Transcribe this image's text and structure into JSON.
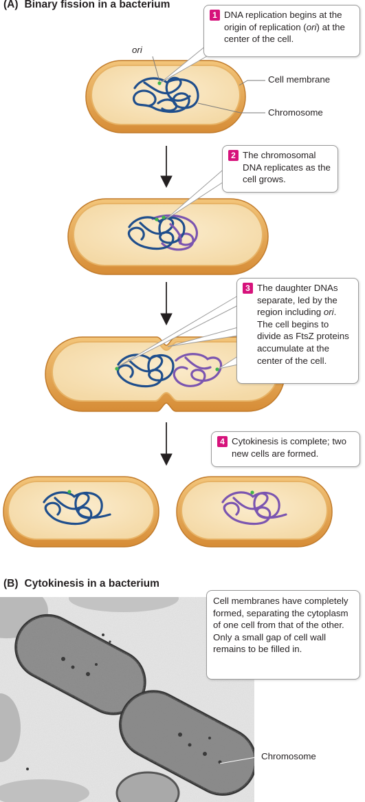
{
  "panel_a": {
    "letter": "(A)",
    "title": "Binary fission in a bacterium",
    "steps": [
      {
        "num": "1",
        "pre": "DNA replication begins at the origin of replication (",
        "ital": "ori",
        "post": ") at the center of the cell."
      },
      {
        "num": "2",
        "pre": "The chromosomal DNA replicates as the cell grows.",
        "ital": "",
        "post": ""
      },
      {
        "num": "3",
        "pre": "The daughter DNAs separate, led by the region including ",
        "ital": "ori",
        "post": ". The cell begins to divide as FtsZ proteins accumulate at the center of the cell."
      },
      {
        "num": "4",
        "pre": "Cytokinesis is complete; two new cells are formed.",
        "ital": "",
        "post": ""
      }
    ],
    "labels": {
      "ori": "ori",
      "membrane": "Cell membrane",
      "chromosome": "Chromosome"
    }
  },
  "panel_b": {
    "letter": "(B)",
    "title": "Cytokinesis in a bacterium",
    "callout": "Cell membranes have completely formed, separating the cytoplasm of one cell from that of the other. Only a small gap of cell wall remains to be filled in.",
    "chromosome_label": "Chromosome"
  },
  "colors": {
    "step_badge": "#d6127b",
    "cytoplasm": "#f7e2b8",
    "cell_wall": "#e2a24e",
    "dna_original": "#1f4e8c",
    "dna_new": "#7b55b0",
    "ori_marker": "#3fb54a"
  }
}
